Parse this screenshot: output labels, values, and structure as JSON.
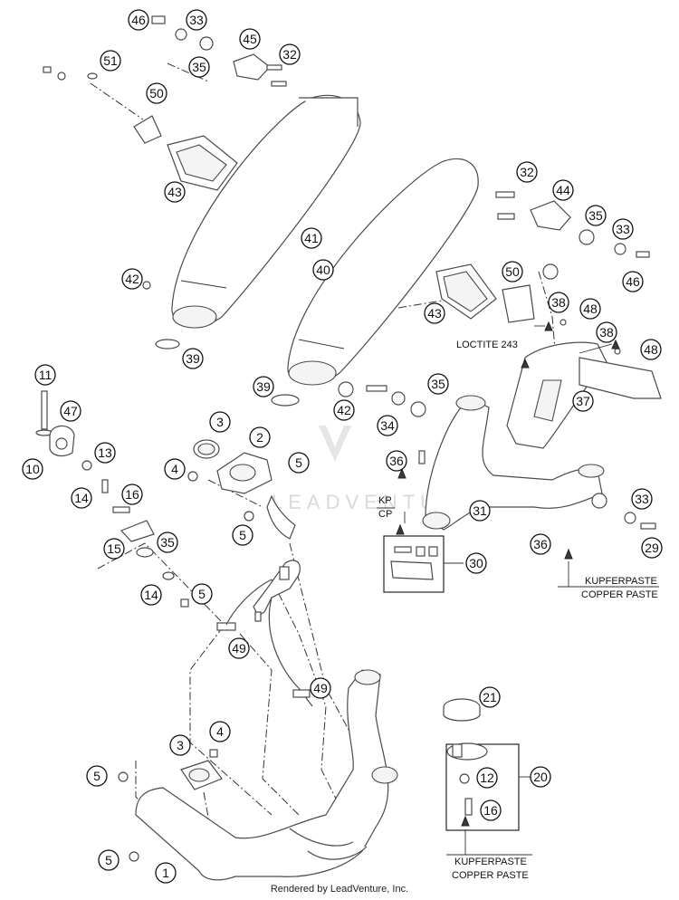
{
  "callouts": {
    "c46a": "46",
    "c33a": "33",
    "c35a": "35",
    "c45": "45",
    "c32a": "32",
    "c51": "51",
    "c50a": "50",
    "c43a": "43",
    "c41": "41",
    "c40": "40",
    "c42a": "42",
    "c39a": "39",
    "c32b": "32",
    "c44": "44",
    "c35b": "35",
    "c33b": "33",
    "c46b": "46",
    "c50b": "50",
    "c43b": "43",
    "c38a": "38",
    "c48a": "48",
    "c38b": "38",
    "c48b": "48",
    "c37": "37",
    "c39b": "39",
    "c42b": "42",
    "c35c": "35",
    "c34": "34",
    "c36a": "36",
    "c31": "31",
    "c30": "30",
    "c33c": "33",
    "c36b": "36",
    "c29": "29",
    "c11": "11",
    "c47": "47",
    "c13": "13",
    "c10": "10",
    "c14a": "14",
    "c16a": "16",
    "c15": "15",
    "c35d": "35",
    "c14b": "14",
    "c5a": "5",
    "c3a": "3",
    "c2": "2",
    "c4a": "4",
    "c5b": "5",
    "c5c": "5",
    "c49a": "49",
    "c49b": "49",
    "c3b": "3",
    "c4b": "4",
    "c5d": "5",
    "c5e": "5",
    "c1": "1",
    "c21": "21",
    "c12": "12",
    "c20": "20",
    "c16b": "16"
  },
  "notes": {
    "loctite": "LOCTITE 243",
    "kp": "KP",
    "cp": "CP",
    "kupferpaste_1": "KUPFERPASTE",
    "copper_paste_1": "COPPER PASTE",
    "kupferpaste_2": "KUPFERPASTE",
    "copper_paste_2": "COPPER PASTE"
  },
  "watermark": "LEADVENTURE",
  "footer": "Rendered by LeadVenture, Inc."
}
